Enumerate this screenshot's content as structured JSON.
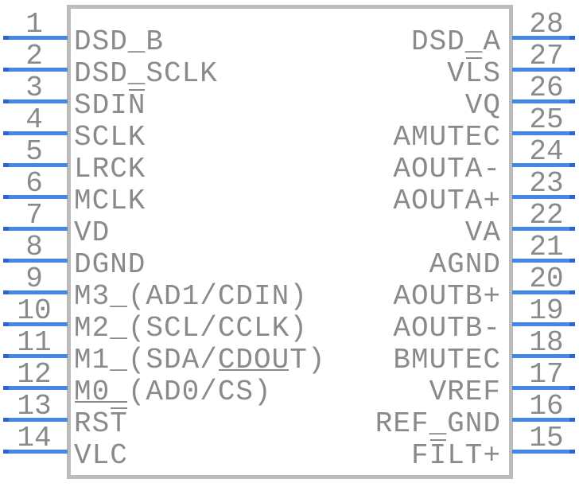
{
  "diagram": {
    "kind": "ic-pinout-symbol",
    "pin_count": 28,
    "colors": {
      "pin_line_blue": "#4587e8",
      "pin_tip_blue": "#2f63d2",
      "chip_border_gray": "#bcbcbc",
      "text_gray": "#8a8a8a",
      "background": "#ffffff"
    },
    "left_pins": [
      {
        "num": "1",
        "name": "DSD_B",
        "pre": "DSD_B"
      },
      {
        "num": "2",
        "name": "DSD_SCLK",
        "pre": "DSD_SCLK"
      },
      {
        "num": "3",
        "name": "SDIN",
        "pre": "SDI",
        "mark": "N",
        "post": "",
        "mark_style": "overline"
      },
      {
        "num": "4",
        "name": "SCLK",
        "pre": "SCLK"
      },
      {
        "num": "5",
        "name": "LRCK",
        "pre": "LRCK"
      },
      {
        "num": "6",
        "name": "MCLK",
        "pre": "MCLK"
      },
      {
        "num": "7",
        "name": "VD",
        "pre": "VD"
      },
      {
        "num": "8",
        "name": "DGND",
        "pre": "DGND"
      },
      {
        "num": "9",
        "name": "M3_(AD1/CDIN)",
        "pre": "M3_(AD1/CDIN)"
      },
      {
        "num": "10",
        "name": "M2_(SCL/CCLK)",
        "pre": "M2_(SCL/CCLK)"
      },
      {
        "num": "11",
        "name": "M1_(SDA/CDOUT)",
        "pre": "M1_(SDA/",
        "mark": "CDOU",
        "post": "T)",
        "mark_style": "underline"
      },
      {
        "num": "12",
        "name": "M0_(AD0/CS)",
        "pre": "",
        "mark": "M0_",
        "post": "(AD0/CS)",
        "mark_style": "underline"
      },
      {
        "num": "13",
        "name": "RST",
        "pre": "RS",
        "mark": "T",
        "post": "",
        "mark_style": "overline"
      },
      {
        "num": "14",
        "name": "VLC",
        "pre": "VLC"
      }
    ],
    "right_pins": [
      {
        "num": "28",
        "name": "DSD_A",
        "pre": "DSD_A"
      },
      {
        "num": "27",
        "name": "VLS",
        "pre": "V",
        "mark": "L",
        "post": "S",
        "mark_style": "overline"
      },
      {
        "num": "26",
        "name": "VQ",
        "pre": "VQ"
      },
      {
        "num": "25",
        "name": "AMUTEC",
        "pre": "AMUTEC"
      },
      {
        "num": "24",
        "name": "AOUTA-",
        "pre": "AOUTA-"
      },
      {
        "num": "23",
        "name": "AOUTA+",
        "pre": "AOUTA+"
      },
      {
        "num": "22",
        "name": "VA",
        "pre": "VA"
      },
      {
        "num": "21",
        "name": "AGND",
        "pre": "AGND"
      },
      {
        "num": "20",
        "name": "AOUTB+",
        "pre": "AOUTB+"
      },
      {
        "num": "19",
        "name": "AOUTB-",
        "pre": "AOUTB-"
      },
      {
        "num": "18",
        "name": "BMUTEC",
        "pre": "BMUTEC"
      },
      {
        "num": "17",
        "name": "VREF",
        "pre": "VREF"
      },
      {
        "num": "16",
        "name": "REF_GND",
        "pre": "REF_GND"
      },
      {
        "num": "15",
        "name": "FILT+",
        "pre": "F",
        "mark": "I",
        "post": "LT+",
        "mark_style": "overline"
      }
    ]
  }
}
